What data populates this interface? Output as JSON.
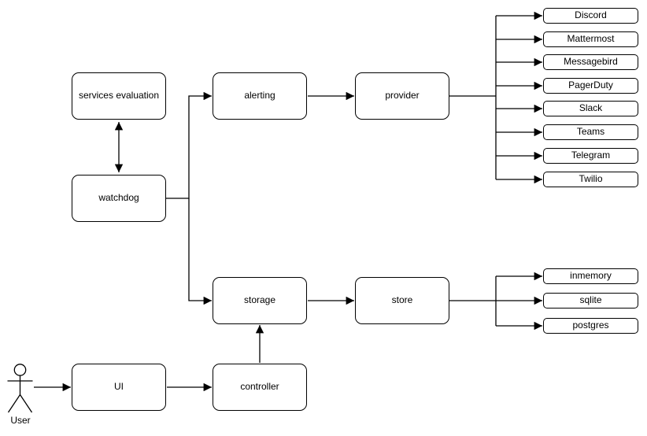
{
  "diagram": {
    "nodes": {
      "services_evaluation": "services evaluation",
      "watchdog": "watchdog",
      "alerting": "alerting",
      "provider": "provider",
      "storage": "storage",
      "store": "store",
      "ui": "UI",
      "controller": "controller"
    },
    "providers": [
      "Discord",
      "Mattermost",
      "Messagebird",
      "PagerDuty",
      "Slack",
      "Teams",
      "Telegram",
      "Twilio"
    ],
    "stores": [
      "inmemory",
      "sqlite",
      "postgres"
    ],
    "actor": {
      "label": "User"
    },
    "colors": {
      "stroke": "#000000",
      "fill": "#ffffff",
      "text": "#000000",
      "background": "#ffffff"
    }
  }
}
